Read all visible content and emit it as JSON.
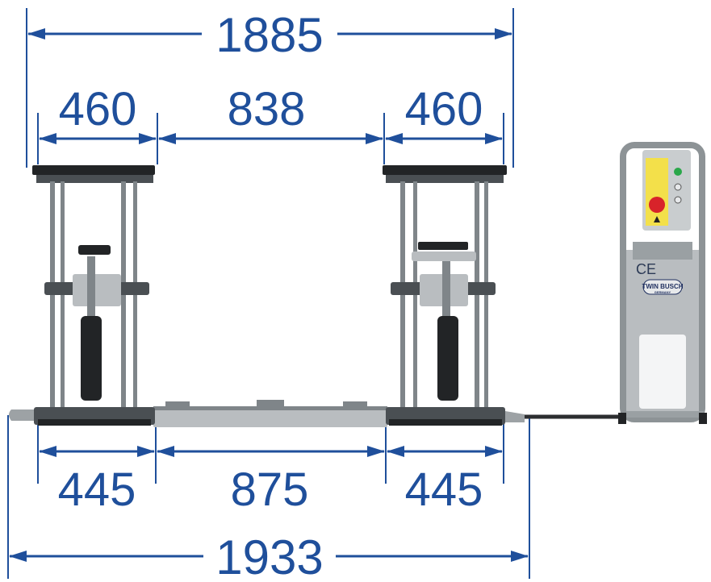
{
  "dimensions": {
    "top_total": "1885",
    "top_left_platform": "460",
    "top_middle_gap": "838",
    "top_right_platform": "460",
    "bottom_left_base": "445",
    "bottom_middle_gap": "875",
    "bottom_right_base": "445",
    "bottom_total": "1933"
  },
  "control_unit": {
    "brand_logo": "TWIN BUSCH",
    "brand_sub": "GERMANY",
    "ce_mark": "CE"
  },
  "colors": {
    "dimension": "#1f4f9b",
    "steel": "#7f8589",
    "warning_label": "#f3e04a",
    "stop_button": "#d8232a",
    "go_button": "#2aa84a"
  }
}
